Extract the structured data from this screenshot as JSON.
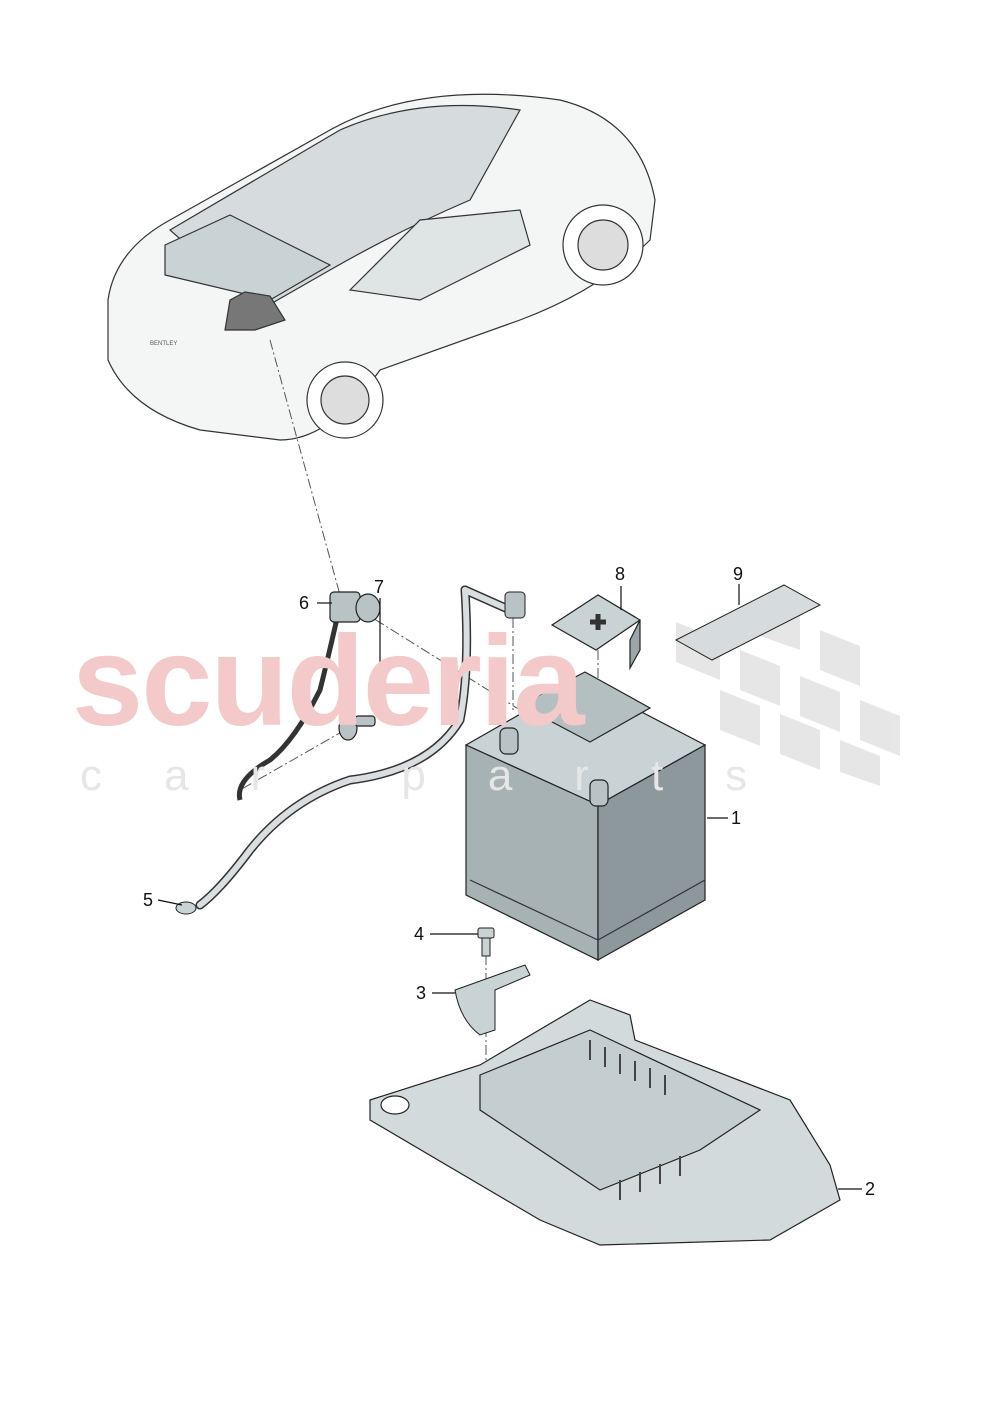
{
  "watermark": {
    "brand": "scuderia",
    "tagline": "car parts",
    "color": "#f3c9c9"
  },
  "callouts": [
    {
      "number": "1",
      "part": "battery"
    },
    {
      "number": "2",
      "part": "battery-tray"
    },
    {
      "number": "3",
      "part": "hold-down-bracket"
    },
    {
      "number": "4",
      "part": "bolt"
    },
    {
      "number": "5",
      "part": "ground-cable"
    },
    {
      "number": "6",
      "part": "positive-terminal-connector"
    },
    {
      "number": "7",
      "part": "vent-plug"
    },
    {
      "number": "8",
      "part": "positive-terminal-cover"
    },
    {
      "number": "9",
      "part": "label"
    }
  ],
  "car_badge": "BENTLEY",
  "colors": {
    "part_fill": "#c9d2d4",
    "part_dark": "#9aa6a9",
    "line": "#222222"
  }
}
